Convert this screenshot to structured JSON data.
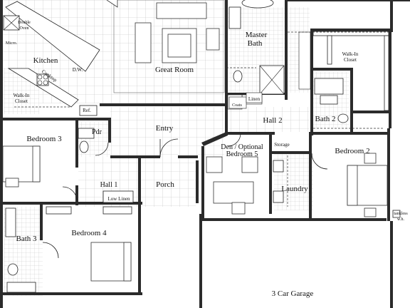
{
  "plan": {
    "rooms": {
      "kitchen": "Kitchen",
      "great_room": "Great Room",
      "master_bath_l1": "Master",
      "master_bath_l2": "Bath",
      "walkin_closet_right_l1": "Walk-In",
      "walkin_closet_right_l2": "Closet",
      "walkin_closet_left_l1": "Walk-In",
      "walkin_closet_left_l2": "Closet",
      "bedroom3": "Bedroom 3",
      "pdr": "Pdr",
      "entry": "Entry",
      "hall2": "Hall 2",
      "bath2": "Bath 2",
      "bedroom2": "Bedroom 2",
      "den_l1": "Den / Optional",
      "den_l2": "Bedroom 5",
      "storage": "Storage",
      "laundry": "Laundry",
      "hall1": "Hall 1",
      "porch": "Porch",
      "low_linen": "Low Linen",
      "bath3": "Bath 3",
      "bedroom4": "Bedroom 4",
      "garage": "3 Car Garage",
      "linen": "Linen",
      "coats": "Coats",
      "ref": "Ref.",
      "double_oven_l1": "Double",
      "double_oven_l2": "Oven",
      "micro": "Micro.",
      "dw": "D.W.",
      "cooktop": "Cooktop",
      "tankless_l1": "tankless",
      "tankless_l2": "w.h."
    }
  }
}
